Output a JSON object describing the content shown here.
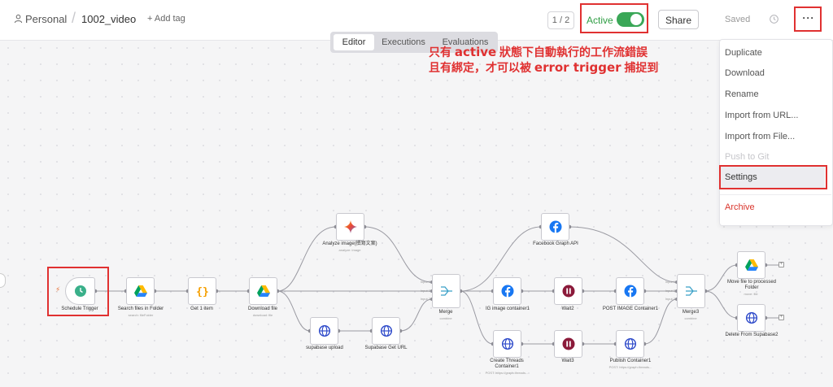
{
  "header": {
    "project": "Personal",
    "separator": "/",
    "workflow_name": "1002_video",
    "add_tag": "+ Add tag",
    "pager": "1 / 2",
    "active_label": "Active",
    "active_on": true,
    "share": "Share",
    "saved": "Saved",
    "more": "···"
  },
  "tabs": [
    {
      "label": "Editor",
      "active": true
    },
    {
      "label": "Executions",
      "active": false
    },
    {
      "label": "Evaluations",
      "active": false
    }
  ],
  "annotation": {
    "line1_a": "只有 ",
    "line1_b": "active",
    "line1_c": " 狀態下自動執行的工作流錯誤",
    "line2_a": "且有綁定，才可以被 ",
    "line2_b": "error trigger",
    "line2_c": " 捕捉到"
  },
  "menu": {
    "items": [
      {
        "label": "Duplicate",
        "state": "normal"
      },
      {
        "label": "Download",
        "state": "normal"
      },
      {
        "label": "Rename",
        "state": "normal"
      },
      {
        "label": "Import from URL...",
        "state": "normal"
      },
      {
        "label": "Import from File...",
        "state": "normal"
      },
      {
        "label": "Push to Git",
        "state": "disabled"
      },
      {
        "label": "Settings",
        "state": "highlighted"
      }
    ],
    "archive": "Archive"
  },
  "nodes": {
    "schedule": {
      "label": "Schedule Trigger",
      "icon": "clock-icon"
    },
    "search_files": {
      "label": "Search files in Folder",
      "sub": "search: fileFolder",
      "icon": "google-drive-icon"
    },
    "get1": {
      "label": "Get 1 item",
      "icon": "code-braces-icon"
    },
    "download": {
      "label": "Download file",
      "sub": "download: file",
      "icon": "google-drive-icon"
    },
    "analyze": {
      "label": "Analyze image(撰寫文案)",
      "sub": "analyze: image",
      "icon": "gemini-icon"
    },
    "supabase_upload": {
      "label": "supabase upload",
      "icon": "globe-icon"
    },
    "supabase_get": {
      "label": "Supabase Get URL",
      "icon": "globe-icon"
    },
    "merge": {
      "label": "Merge",
      "sub": "combine",
      "inputs": [
        "Input 1",
        "Input 2",
        "Input 3"
      ],
      "icon": "merge-icon"
    },
    "fb_graph": {
      "label": "Facebook Graph API",
      "icon": "facebook-icon"
    },
    "ig_image": {
      "label": "IG image container1",
      "icon": "facebook-icon"
    },
    "wait2": {
      "label": "Wait2",
      "icon": "pause-icon"
    },
    "post_image": {
      "label": "POST IMAGE Container1",
      "icon": "facebook-icon"
    },
    "create_threads": {
      "label": "Create Threads Container1",
      "sub": "POST: https://graph.threads...",
      "icon": "globe-icon"
    },
    "wait3": {
      "label": "Wait3",
      "icon": "pause-icon"
    },
    "publish": {
      "label": "Publish Container1",
      "sub": "POST: https://graph.threads...",
      "icon": "globe-icon"
    },
    "merge3": {
      "label": "Merge3",
      "sub": "combine",
      "inputs": [
        "Input 1",
        "Input 2",
        "Input 3"
      ],
      "icon": "merge-icon"
    },
    "move_file": {
      "label": "Move file to processed Folder",
      "sub": "move: file",
      "icon": "google-drive-icon"
    },
    "delete_supabase": {
      "label": "Delete From Supabase2",
      "icon": "globe-icon"
    }
  },
  "colors": {
    "accent_red": "#e03131",
    "active_green": "#3aa757",
    "facebook_blue": "#1877f2",
    "wait_maroon": "#8b1a3a",
    "globe_blue": "#2845c8",
    "clock_teal": "#3ab08a"
  }
}
